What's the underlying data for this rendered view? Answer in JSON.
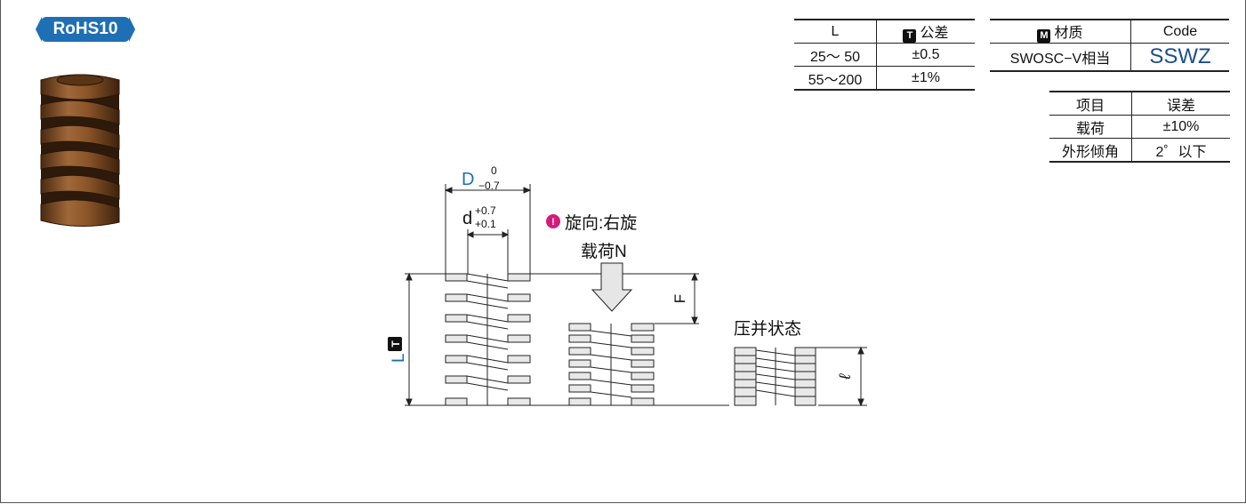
{
  "badge": {
    "text": "RoHS10",
    "color": "#1f6fb4"
  },
  "tolerance_table": {
    "col1_header": "L",
    "col2_header_icon": "T",
    "col2_header": "公差",
    "rows": [
      {
        "range": "25〜  50",
        "tol": "±0.5"
      },
      {
        "range": "55〜200",
        "tol": "±1%"
      }
    ]
  },
  "material_table": {
    "col1_header_icon": "M",
    "col1_header": "材质",
    "col2_header": "Code",
    "material": "SWOSC−V相当",
    "code": "SSWZ"
  },
  "error_table": {
    "col1_header": "项目",
    "col2_header": "误差",
    "rows": [
      {
        "item": "载荷",
        "err": "±10%"
      },
      {
        "item": "外形倾角",
        "err": "2゜以下"
      }
    ]
  },
  "drawing": {
    "d_outer": "D",
    "d_outer_tol_upper": "0",
    "d_outer_tol_lower": "−0.7",
    "d_inner": "d",
    "d_inner_tol_upper": "+0.7",
    "d_inner_tol_lower": "+0.1",
    "winding_note": "旋向:右旋",
    "load_label": "载荷N",
    "deflection_label": "F",
    "length_label": "L",
    "length_icon": "T",
    "solid_state_label": "压并状态",
    "solid_length_label": "ℓ",
    "accent_color": "#1a6fb8",
    "warning_color": "#d6197a",
    "spring_color": "#7a4a22"
  }
}
